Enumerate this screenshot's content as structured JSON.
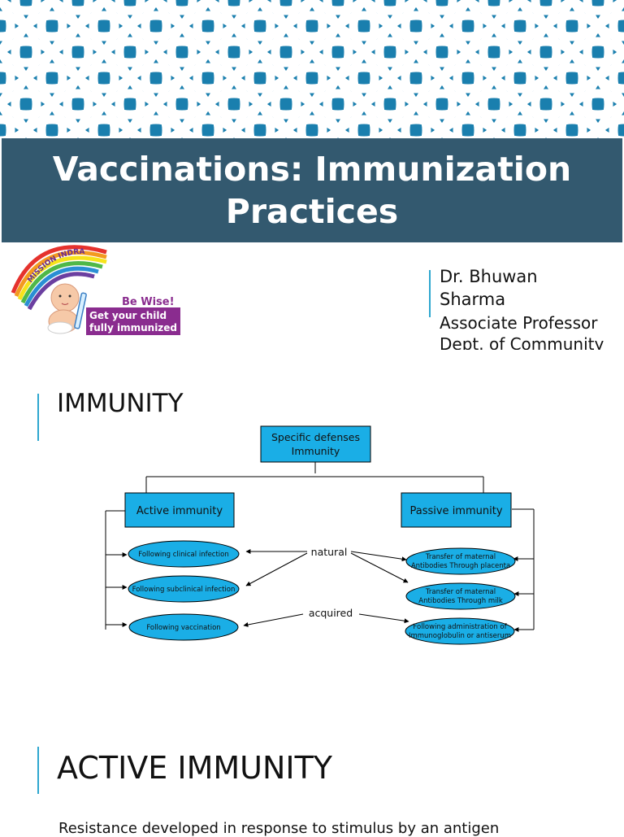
{
  "slide1": {
    "title": "Vaccinations: Immunization Practices",
    "logo": {
      "arc_text": "MISSION INDRADHANUSH",
      "line1": "Be Wise!",
      "line2": "Get your child",
      "line3": "fully immunized"
    },
    "author": {
      "name1": "Dr. Bhuwan",
      "name2": "Sharma",
      "role": "Associate Professor",
      "dept": "Dept. of Community"
    }
  },
  "slide2": {
    "heading": "IMMUNITY",
    "diagram": {
      "root_line1": "Specific defenses",
      "root_line2": "Immunity",
      "active": "Active immunity",
      "passive": "Passive immunity",
      "natural": "natural",
      "acquired": "acquired",
      "active_items": [
        "Following clinical infection",
        "Following subclinical infection",
        "Following vaccination"
      ],
      "passive_items": [
        [
          "Transfer of maternal",
          "Antibodies Through placenta"
        ],
        [
          "Transfer of maternal",
          "Antibodies Through milk"
        ],
        [
          "Following administration of",
          "Immunoglobulin or antiserum"
        ]
      ]
    }
  },
  "slide3": {
    "heading": "ACTIVE IMMUNITY",
    "text": "Resistance developed in response to stimulus by an antigen"
  },
  "colors": {
    "pattern_bg": "#1a7fae",
    "title_band": "#33596f",
    "accent_bar": "#2ea7cf",
    "box_fill": "#1aaee6"
  }
}
